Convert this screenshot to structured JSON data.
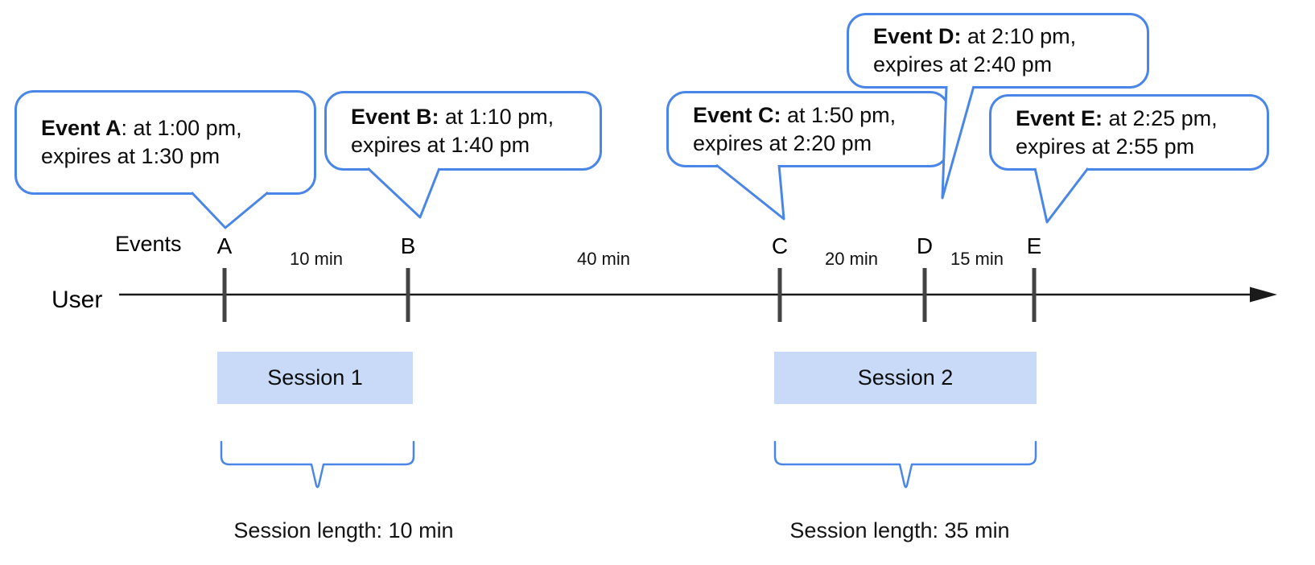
{
  "bubbles": [
    {
      "id": "A",
      "bold": "Event A",
      "rest": ": at 1:00 pm,",
      "line2": "expires at 1:30 pm"
    },
    {
      "id": "B",
      "bold": "Event B:",
      "rest": " at 1:10 pm,",
      "line2": "expires at 1:40 pm"
    },
    {
      "id": "C",
      "bold": "Event C:",
      "rest": " at 1:50 pm,",
      "line2": "expires at 2:20 pm"
    },
    {
      "id": "D",
      "bold": "Event D:",
      "rest": " at 2:10 pm,",
      "line2": "expires at 2:40 pm"
    },
    {
      "id": "E",
      "bold": "Event E:",
      "rest": " at 2:25 pm,",
      "line2": "expires at 2:55 pm"
    }
  ],
  "timeline": {
    "events_label": "Events",
    "user_label": "User",
    "points": [
      {
        "label": "A"
      },
      {
        "label": "B"
      },
      {
        "label": "C"
      },
      {
        "label": "D"
      },
      {
        "label": "E"
      }
    ],
    "intervals": [
      {
        "label": "10 min"
      },
      {
        "label": "40 min"
      },
      {
        "label": "20 min"
      },
      {
        "label": "15 min"
      }
    ]
  },
  "sessions": [
    {
      "label": "Session 1",
      "length_label": "Session length: 10 min"
    },
    {
      "label": "Session 2",
      "length_label": "Session length: 35 min"
    }
  ],
  "colors": {
    "accent_blue": "#4a86e8",
    "session_fill": "#c9daf8",
    "axis_line": "#1a1a1a",
    "tick_gray": "#434343"
  }
}
